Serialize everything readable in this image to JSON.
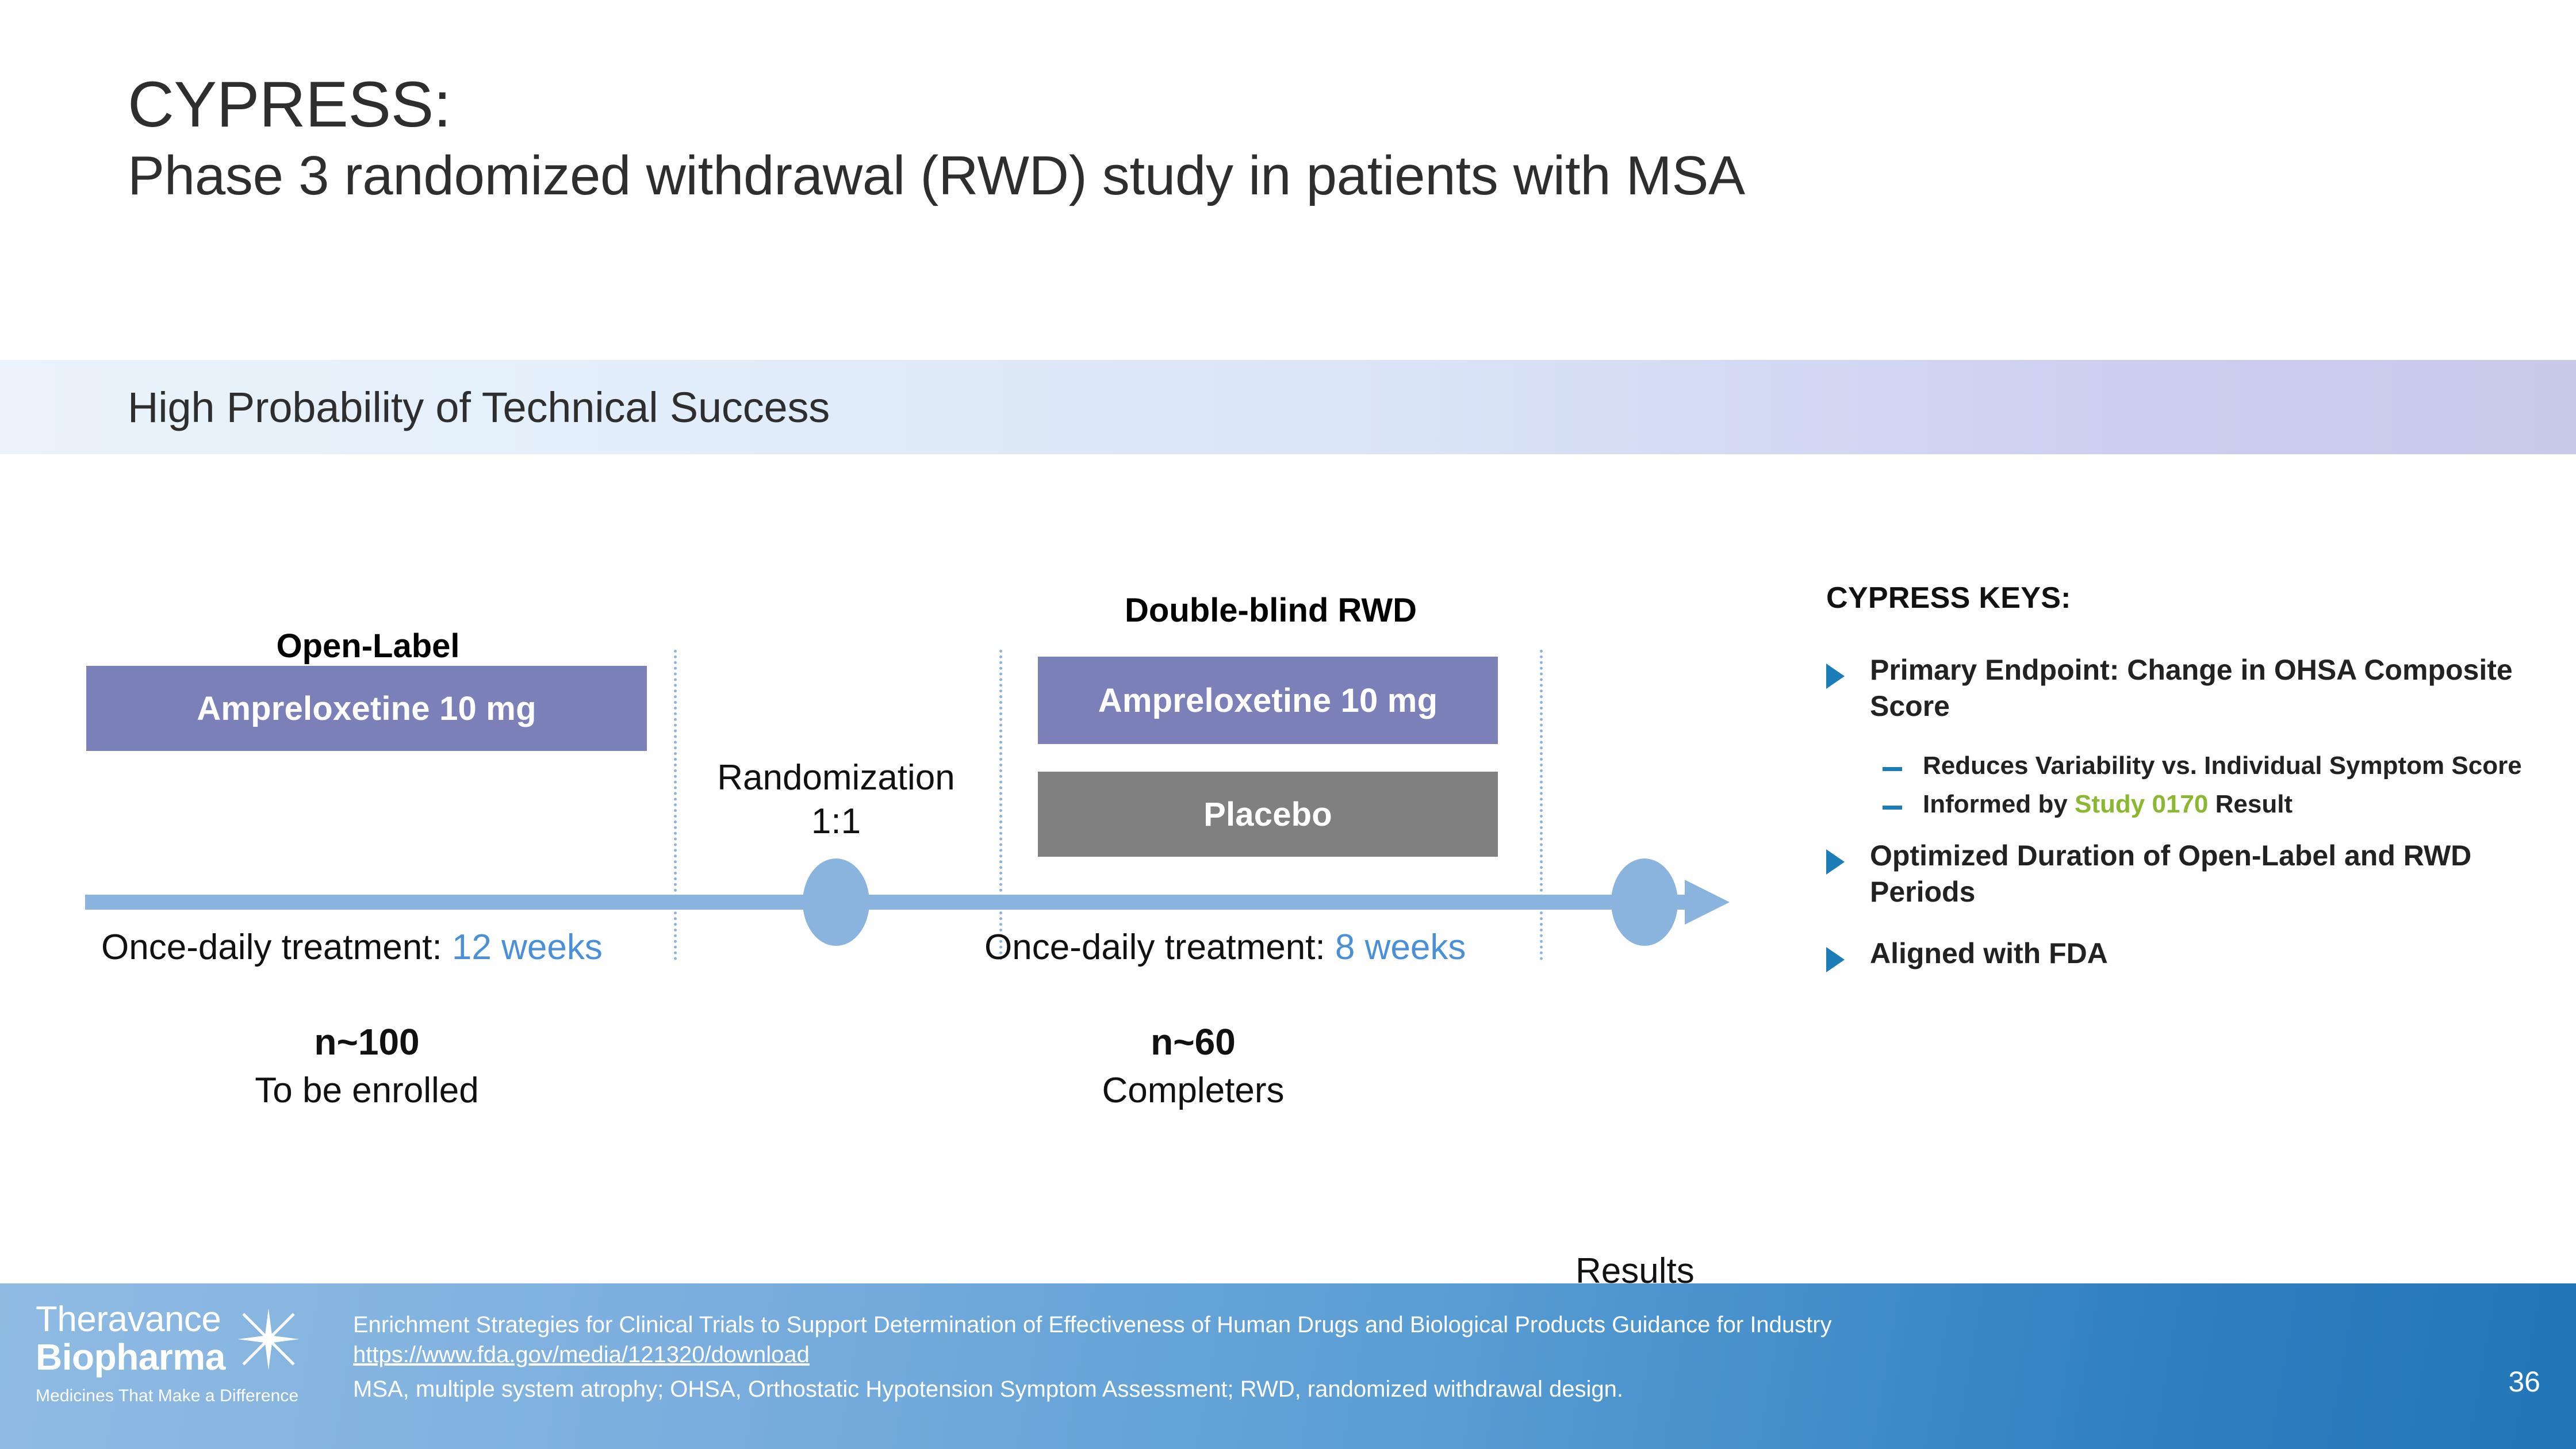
{
  "title": {
    "main": "CYPRESS:",
    "sub": "Phase 3 randomized withdrawal (RWD) study in patients with MSA"
  },
  "banner": {
    "text": "High Probability of Technical Success"
  },
  "diagram": {
    "open_label_heading": "Open-Label",
    "open_label_bar": "Ampreloxetine 10 mg",
    "rwd_heading": "Double-blind RWD",
    "rwd_bar_active": "Ampreloxetine 10 mg",
    "rwd_bar_placebo": "Placebo",
    "randomization_line1": "Randomization",
    "randomization_line2": "1:1",
    "results_label": "Results",
    "caption_left_prefix": "Once-daily treatment: ",
    "caption_left_weeks": "12 weeks",
    "caption_right_prefix": "Once-daily treatment: ",
    "caption_right_weeks": "8 weeks",
    "n_left_value": "n~100",
    "n_left_desc": "To be enrolled",
    "n_right_value": "n~60",
    "n_right_desc": "Completers"
  },
  "keys": {
    "title": "CYPRESS KEYS:",
    "items": [
      {
        "text": "Primary Endpoint: Change in OHSA Composite Score",
        "subs": [
          {
            "pre": "Reduces Variability vs. Individual Symptom Score",
            "hl": "",
            "post": ""
          },
          {
            "pre": "Informed by ",
            "hl": "Study 0170",
            "post": " Result"
          }
        ]
      },
      {
        "text": "Optimized Duration of Open-Label and RWD Periods",
        "subs": []
      },
      {
        "text": "Aligned with FDA",
        "subs": []
      }
    ]
  },
  "footer": {
    "logo_line1": "Theravance",
    "logo_line2": "Biopharma",
    "logo_tagline": "Medicines That Make a Difference",
    "note_1": "Enrichment Strategies for Clinical Trials to Support Determination of Effectiveness of Human Drugs and Biological Products Guidance for Industry",
    "note_link": "https://www.fda.gov/media/121320/download",
    "note_2": "MSA, multiple system atrophy; OHSA, Orthostatic Hypotension Symptom Assessment; RWD, randomized withdrawal design.",
    "page_number": "36"
  },
  "colors": {
    "drug_bar": "#7b80b8",
    "placebo_bar": "#808080",
    "timeline": "#8ab4de",
    "accent_blue": "#1b7cb8",
    "highlight_green": "#8cb831",
    "week_blue": "#4a90d9"
  }
}
